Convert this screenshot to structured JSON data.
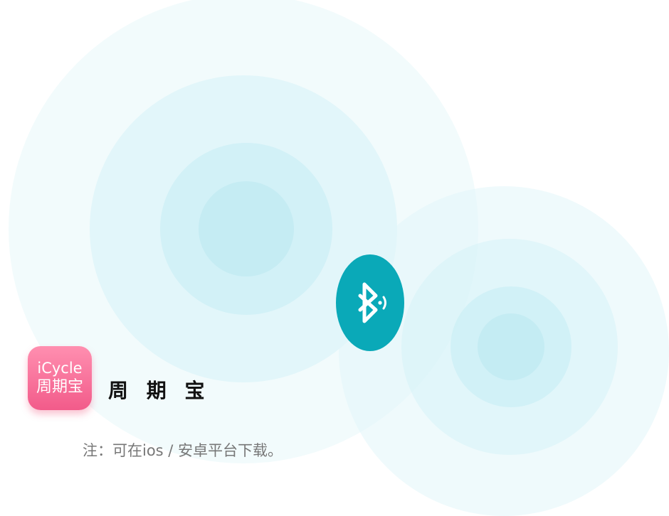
{
  "app": {
    "icon_text_en": "iCycle",
    "icon_text_zh": "周期宝",
    "name": "周 期 宝",
    "icon_colors": [
      "#ff8fb0",
      "#f25b8a"
    ]
  },
  "note": "注：可在ios / 安卓平台下载。",
  "bluetooth": {
    "icon": "bluetooth-signal-icon",
    "color": "#0aa9b8"
  }
}
